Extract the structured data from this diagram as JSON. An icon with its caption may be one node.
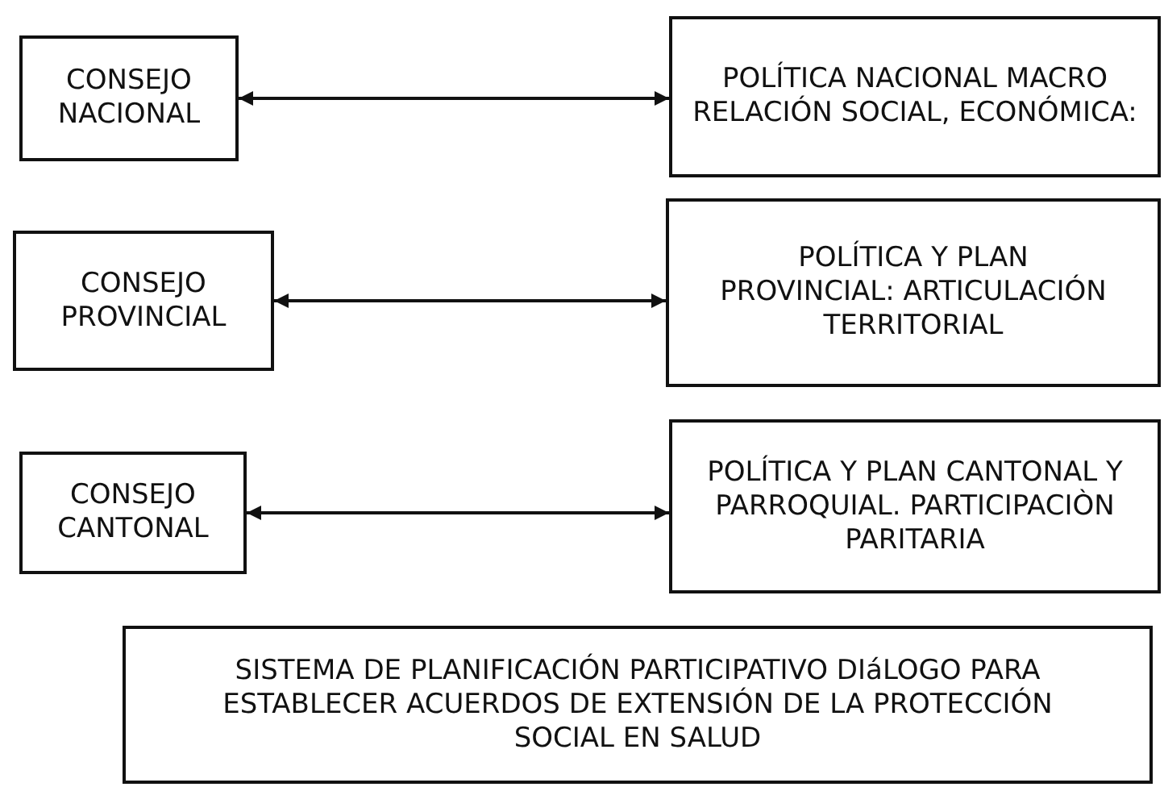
{
  "diagram": {
    "nodes": [
      {
        "text": [
          "CONSEJO NACIONAL"
        ]
      },
      {
        "text": [
          "CONSEJO PROVINCIAL"
        ]
      },
      {
        "text": [
          "CONSEJO CANTONAL"
        ]
      },
      {
        "text": [
          "POLÍTICA NACIONAL MACRO RELACIÓN SOCIAL, ECONÓMICA:"
        ]
      },
      {
        "text": [
          "POLÍTICA Y PLAN PROVINCIAL: ARTICULACIÓN TERRITORIAL"
        ]
      },
      {
        "text": [
          "POLÍTICA Y PLAN CANTONAL Y PARROQUIAL. PARTICIPACIÒN PARITARIA"
        ]
      },
      {
        "text": [
          "SISTEMA DE PLANIFICACIÓN PARTICIPATIVO DIáLOGO PARA ESTABLECER ACUERDOS DE EXTENSIÓN DE LA PROTECCIÓN SOCIAL EN SALUD"
        ]
      }
    ],
    "edges": [
      {
        "from": 0,
        "to": 3,
        "arrow": "both"
      },
      {
        "from": 1,
        "to": 4,
        "arrow": "both"
      },
      {
        "from": 2,
        "to": 5,
        "arrow": "both"
      }
    ]
  }
}
